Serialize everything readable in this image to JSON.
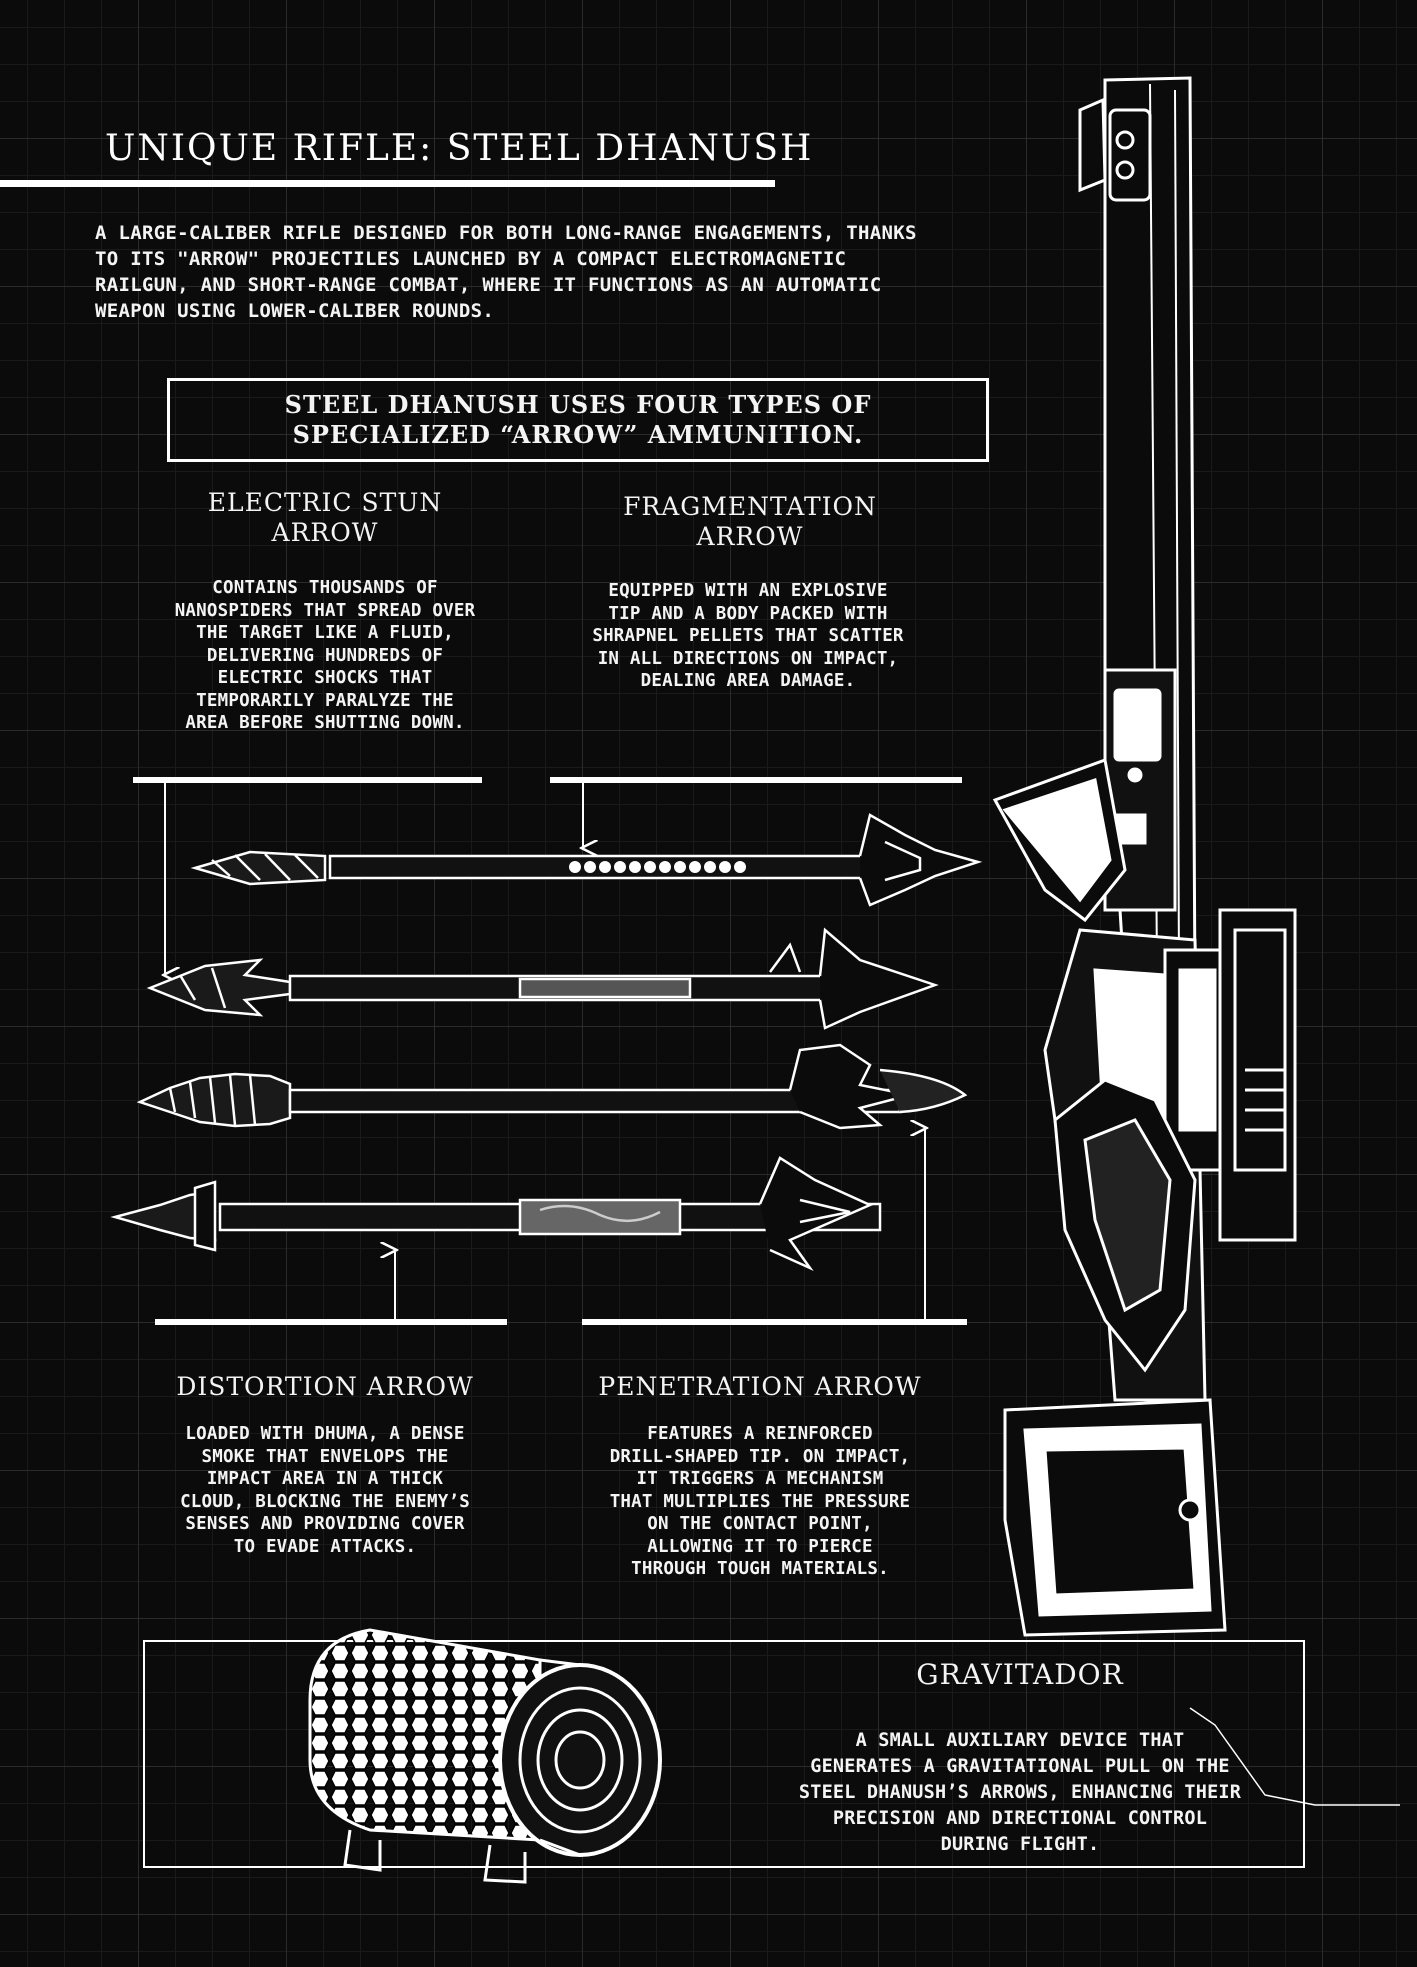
{
  "title": "UNIQUE RIFLE: STEEL DHANUSH",
  "intro": "A LARGE-CALIBER RIFLE DESIGNED FOR BOTH LONG-RANGE ENGAGEMENTS, THANKS\nTO ITS \"ARROW\" PROJECTILES LAUNCHED BY A COMPACT ELECTROMAGNETIC\nRAILGUN, AND SHORT-RANGE COMBAT, WHERE IT FUNCTIONS AS AN AUTOMATIC\nWEAPON USING LOWER-CALIBER ROUNDS.",
  "callout": "STEEL DHANUSH USES FOUR TYPES OF\nSPECIALIZED “ARROW” AMMUNITION.",
  "arrows": [
    {
      "name": "ELECTRIC STUN\nARROW",
      "description": "CONTAINS THOUSANDS OF\nNANOSPIDERS THAT SPREAD OVER\nTHE TARGET LIKE A FLUID,\nDELIVERING HUNDREDS OF\nELECTRIC SHOCKS THAT\nTEMPORARILY PARALYZE THE\nAREA BEFORE SHUTTING DOWN."
    },
    {
      "name": "FRAGMENTATION\nARROW",
      "description": "EQUIPPED WITH AN EXPLOSIVE\nTIP AND A BODY PACKED WITH\nSHRAPNEL PELLETS THAT SCATTER\nIN ALL DIRECTIONS ON IMPACT,\nDEALING AREA DAMAGE."
    },
    {
      "name": "DISTORTION ARROW",
      "description": "LOADED WITH DHUMA, A DENSE\nSMOKE THAT ENVELOPS THE\nIMPACT AREA IN A THICK\nCLOUD, BLOCKING THE ENEMY’S\nSENSES AND PROVIDING COVER\nTO EVADE ATTACKS."
    },
    {
      "name": "PENETRATION ARROW",
      "description": "FEATURES A REINFORCED\nDRILL-SHAPED TIP. ON IMPACT,\nIT TRIGGERS A MECHANISM\nTHAT MULTIPLIES THE PRESSURE\nON THE CONTACT POINT,\nALLOWING IT TO PIERCE\nTHROUGH TOUGH MATERIALS."
    }
  ],
  "gravitador": {
    "name": "GRAVITADOR",
    "description": "A SMALL AUXILIARY DEVICE THAT\nGENERATES A GRAVITATIONAL PULL ON THE\nSTEEL DHANUSH’S ARROWS, ENHANCING THEIR\nPRECISION AND DIRECTIONAL CONTROL\nDURING FLIGHT."
  },
  "colors": {
    "background": "#0b0b0b",
    "ink": "#ffffff",
    "grid": "#2b2b2b"
  }
}
